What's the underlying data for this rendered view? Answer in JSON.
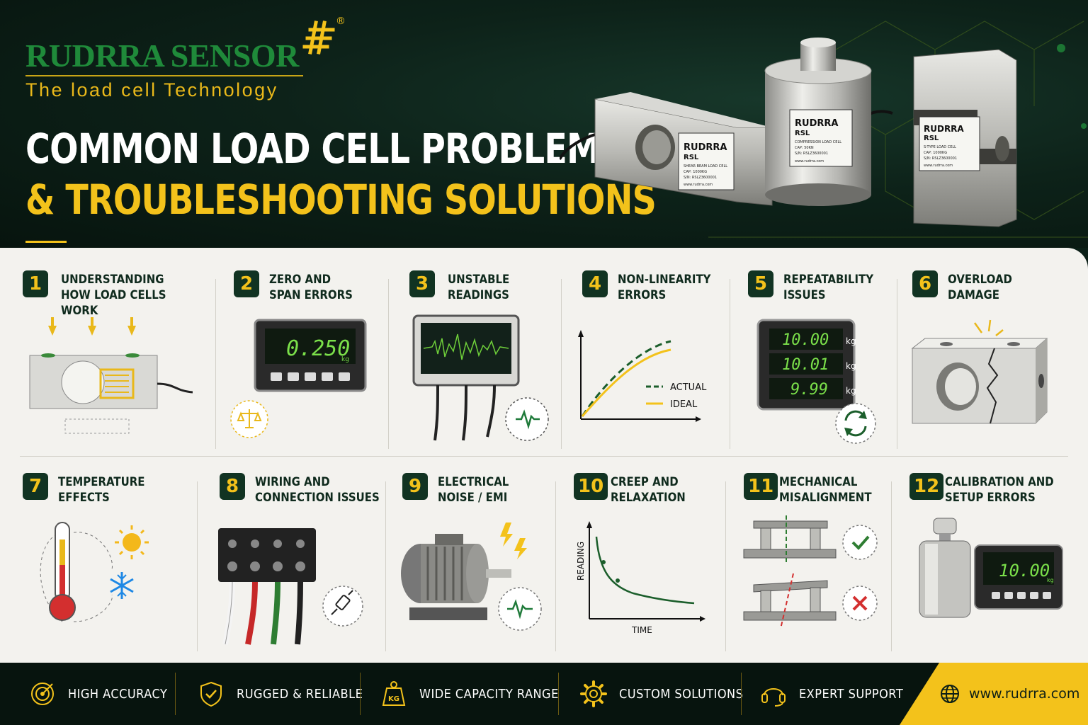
{
  "header": {
    "brand": "RUDRRA SENSOR",
    "registered": "®",
    "tagline": "The load cell Technology",
    "title_line1": "COMMON LOAD CELL PROBLEMS",
    "title_line2": "& TROUBLESHOOTING SOLUTIONS"
  },
  "products": {
    "shear_beam": {
      "brand": "RUDRRA",
      "model": "RSL",
      "line1": "SHEAR BEAM LOAD CELL",
      "line2": "CAP: 1000KG",
      "line3": "S/N: RSLZ3600001",
      "web": "www.rudrra.com"
    },
    "compression": {
      "brand": "RUDRRA",
      "model": "RSL",
      "line1": "COMPRESSION LOAD CELL",
      "line2": "CAP: 50KN",
      "line3": "S/N: RSLZ3600001",
      "web": "www.rudrra.com"
    },
    "s_type": {
      "brand": "RUDRRA",
      "model": "RSL",
      "line1": "S-TYPE LOAD CELL",
      "line2": "CAP: 1000KG",
      "line3": "S/N: RSLZ3600001",
      "web": "www.rudrra.com"
    }
  },
  "problems": [
    {
      "num": "1",
      "line1": "UNDERSTANDING",
      "line2": "HOW LOAD CELLS WORK"
    },
    {
      "num": "2",
      "line1": "ZERO AND",
      "line2": "SPAN ERRORS",
      "display": "0.250",
      "unit": "kg"
    },
    {
      "num": "3",
      "line1": "UNSTABLE",
      "line2": "READINGS"
    },
    {
      "num": "4",
      "line1": "NON-LINEARITY",
      "line2": "ERRORS",
      "legend_actual": "ACTUAL",
      "legend_ideal": "IDEAL"
    },
    {
      "num": "5",
      "line1": "REPEATABILITY",
      "line2": "ISSUES",
      "readings": [
        "10.00",
        "10.01",
        "9.99"
      ],
      "unit": "kg"
    },
    {
      "num": "6",
      "line1": "OVERLOAD",
      "line2": "DAMAGE"
    },
    {
      "num": "7",
      "line1": "TEMPERATURE",
      "line2": "EFFECTS"
    },
    {
      "num": "8",
      "line1": "WIRING AND",
      "line2": "CONNECTION ISSUES"
    },
    {
      "num": "9",
      "line1": "ELECTRICAL",
      "line2": "NOISE / EMI"
    },
    {
      "num": "10",
      "line1": "CREEP AND",
      "line2": "RELAXATION",
      "ylabel": "READING",
      "xlabel": "TIME"
    },
    {
      "num": "11",
      "line1": "MECHANICAL",
      "line2": "MISALIGNMENT"
    },
    {
      "num": "12",
      "line1": "CALIBRATION AND",
      "line2": "SETUP ERRORS",
      "display": "10.00",
      "unit": "kg"
    }
  ],
  "footer": {
    "features": [
      {
        "label": "HIGH ACCURACY",
        "icon": "target-icon"
      },
      {
        "label": "RUGGED & RELIABLE",
        "icon": "shield-check-icon"
      },
      {
        "label": "WIDE CAPACITY RANGE",
        "icon": "weight-icon",
        "icon_text": "KG"
      },
      {
        "label": "CUSTOM SOLUTIONS",
        "icon": "gear-icon"
      },
      {
        "label": "EXPERT SUPPORT",
        "icon": "headset-icon"
      }
    ],
    "website": "www.rudrra.com"
  },
  "colors": {
    "accent": "#f3c21b",
    "brand_green": "#1f8a3a",
    "dark": "#0d2219",
    "panel": "#f3f2ee"
  }
}
